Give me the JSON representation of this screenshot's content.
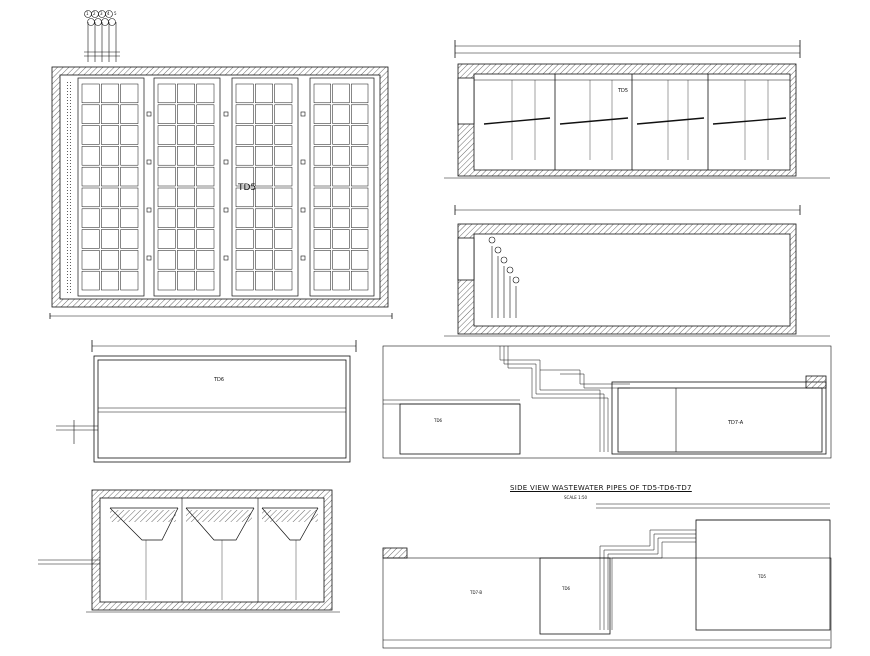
{
  "drawing": {
    "plan_tank_label": "TD5",
    "section_tank_label": "TD5",
    "side_tank_label": "TD6",
    "left_tank_label": "TD6",
    "right_tank_label": "TD7-A",
    "lower_left_tank_label": "TD7-B",
    "lower_mid_tank_label": "TD6",
    "lower_right_tank_label": "TD5",
    "side_view_title": "SIDE VIEW WASTEWATER PIPES OF TD5-TD6-TD7",
    "scale_note": "SCALE 1:50",
    "pipe_numbers": [
      "1",
      "2",
      "3",
      "4",
      "5"
    ]
  },
  "colors": {
    "ink": "#111111",
    "hatch": "#555555",
    "paper": "#ffffff"
  }
}
